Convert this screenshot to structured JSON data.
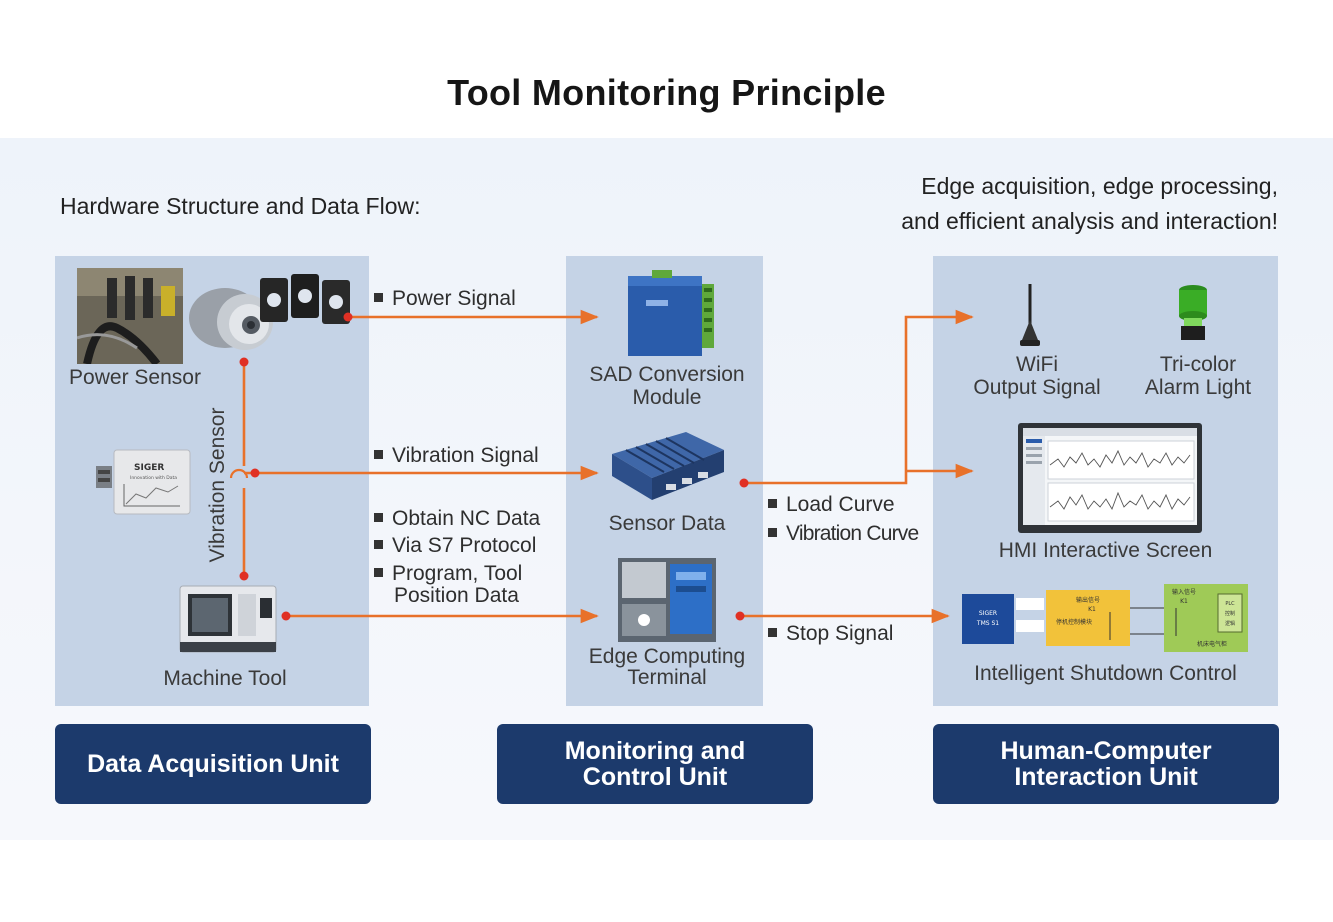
{
  "title": "Tool Monitoring Principle",
  "subtitle": "Hardware Structure and Data Flow:",
  "tagline": [
    "Edge acquisition, edge processing,",
    "and efficient analysis and interaction!"
  ],
  "acquisition": {
    "power_sensor": "Power Sensor",
    "vibration_sensor": "Vibration Sensor",
    "machine_tool": "Machine Tool",
    "vibration_device_brand": "SIGER",
    "vibration_device_tagline": "Innovation with Data"
  },
  "signals": {
    "power": "Power Signal",
    "vibration": "Vibration Signal",
    "nc_lines": [
      "Obtain NC Data",
      "Via S7 Protocol",
      "Program, Tool",
      "Position Data"
    ],
    "load_curve": "Load Curve",
    "vibration_curve": "Vibration Curve",
    "stop": "Stop Signal"
  },
  "monitoring": {
    "sad_module": [
      "SAD Conversion",
      "Module"
    ],
    "sensor_data": "Sensor Data",
    "edge_terminal": [
      "Edge Computing",
      "Terminal"
    ]
  },
  "hci": {
    "wifi": [
      "WiFi",
      "Output Signal"
    ],
    "alarm": [
      "Tri-color",
      "Alarm Light"
    ],
    "hmi": "HMI Interactive Screen",
    "shutdown": "Intelligent Shutdown Control",
    "shutdown_device": [
      "SIGER",
      "TMS S1"
    ],
    "shutdown_output_title": "输出信号",
    "shutdown_output_sub": "K1",
    "shutdown_module": "停机控制模块",
    "shutdown_input_title": "输入信号",
    "shutdown_input_sub": "K1",
    "shutdown_plc": [
      "PLC",
      "控制",
      "逻辑"
    ],
    "shutdown_cabinet": "机床电气柜"
  },
  "units": {
    "acquisition": "Data Acquisition Unit",
    "monitoring": [
      "Monitoring and",
      "Control Unit"
    ],
    "hci": [
      "Human-Computer",
      "Interaction Unit"
    ]
  },
  "colors": {
    "arrow": "#e8712a",
    "dot": "#e03024",
    "panel": "#c5d3e6",
    "unit_box": "#1c3a6c"
  }
}
